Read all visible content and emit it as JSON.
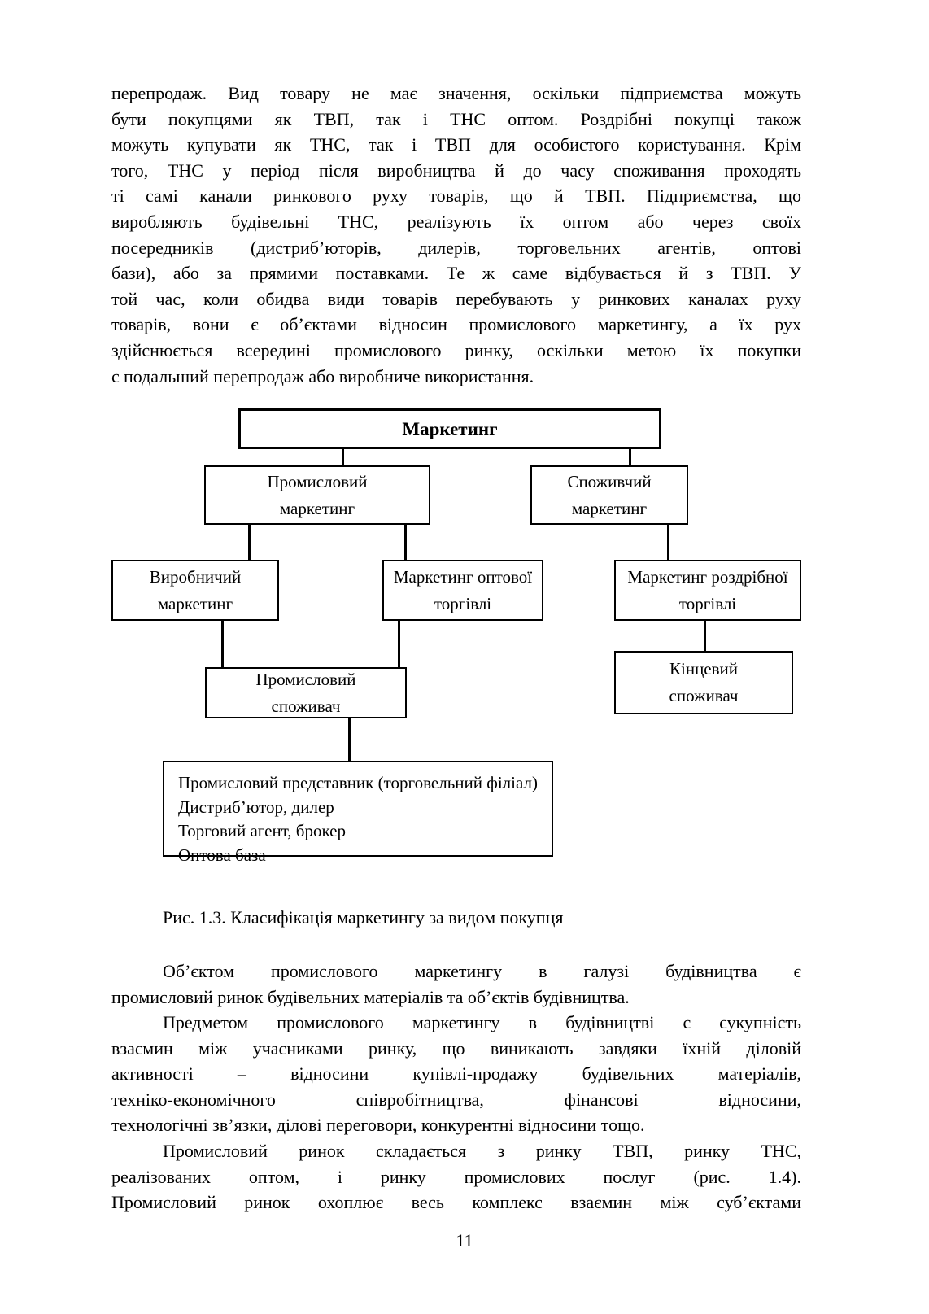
{
  "page": {
    "number": "11"
  },
  "paragraph1": {
    "lines": [
      "перепродаж. Вид товару не має значення, оскільки підприємства можуть",
      "бути покупцями як ТВП, так і ТНС оптом. Роздрібні покупці також",
      "можуть купувати як ТНС, так і ТВП для особистого користування. Крім",
      "того, ТНС у період після виробництва й до часу споживання проходять",
      "ті самі канали ринкового руху товарів, що й ТВП. Підприємства, що",
      "виробляють будівельні ТНС, реалізують їх оптом або через своїх",
      "посередників (дистриб’юторів, дилерів, торговельних агентів, оптові",
      "бази), або за прямими поставками. Те ж саме відбувається й з ТВП. У",
      "той час, коли обидва види товарів перебувають у ринкових каналах руху",
      "товарів, вони є об’єктами відносин промислового маркетингу, а їх рух",
      "здійснюється всередині промислового ринку, оскільки метою їх покупки",
      "є подальший перепродаж або виробниче використання."
    ]
  },
  "figure": {
    "caption": "Рис. 1.3. Класифікація маркетингу за видом покупця",
    "nodes": {
      "root": "Маркетинг",
      "industrial_marketing": "Промисловий маркетинг",
      "consumer_marketing": "Споживчий маркетинг",
      "production_marketing": "Виробничий маркетинг",
      "wholesale_marketing": "Маркетинг оптової торгівлі",
      "retail_marketing": "Маркетинг роздрібної торгівлі",
      "industrial_consumer": "Промисловий споживач",
      "end_consumer": "Кінцевий споживач",
      "intermediaries": {
        "lines": [
          "Промисловий представник (торговельний філіал)",
          "Дистриб’ютор, дилер",
          "Торговий агент, брокер",
          "Оптова база"
        ]
      }
    }
  },
  "paragraph2": {
    "lines": [
      "Об’єктом промислового маркетингу в галузі будівництва є",
      "промисловий ринок будівельних матеріалів та об’єктів будівництва."
    ]
  },
  "paragraph3": {
    "lines": [
      "Предметом промислового маркетингу в будівництві є сукупність",
      "взаємин між учасниками ринку, що виникають завдяки їхній діловій",
      "активності – відносини купівлі-продажу будівельних матеріалів,",
      "техніко-економічного співробітництва, фінансові відносини,",
      "технологічні зв’язки, ділові переговори, конкурентні відносини тощо."
    ]
  },
  "paragraph4": {
    "lines": [
      "Промисловий ринок складається з ринку ТВП, ринку ТНС,",
      "реалізованих оптом, і ринку промислових послуг (рис. 1.4).",
      "Промисловий ринок охоплює весь комплекс взаємин між суб’єктами"
    ]
  }
}
